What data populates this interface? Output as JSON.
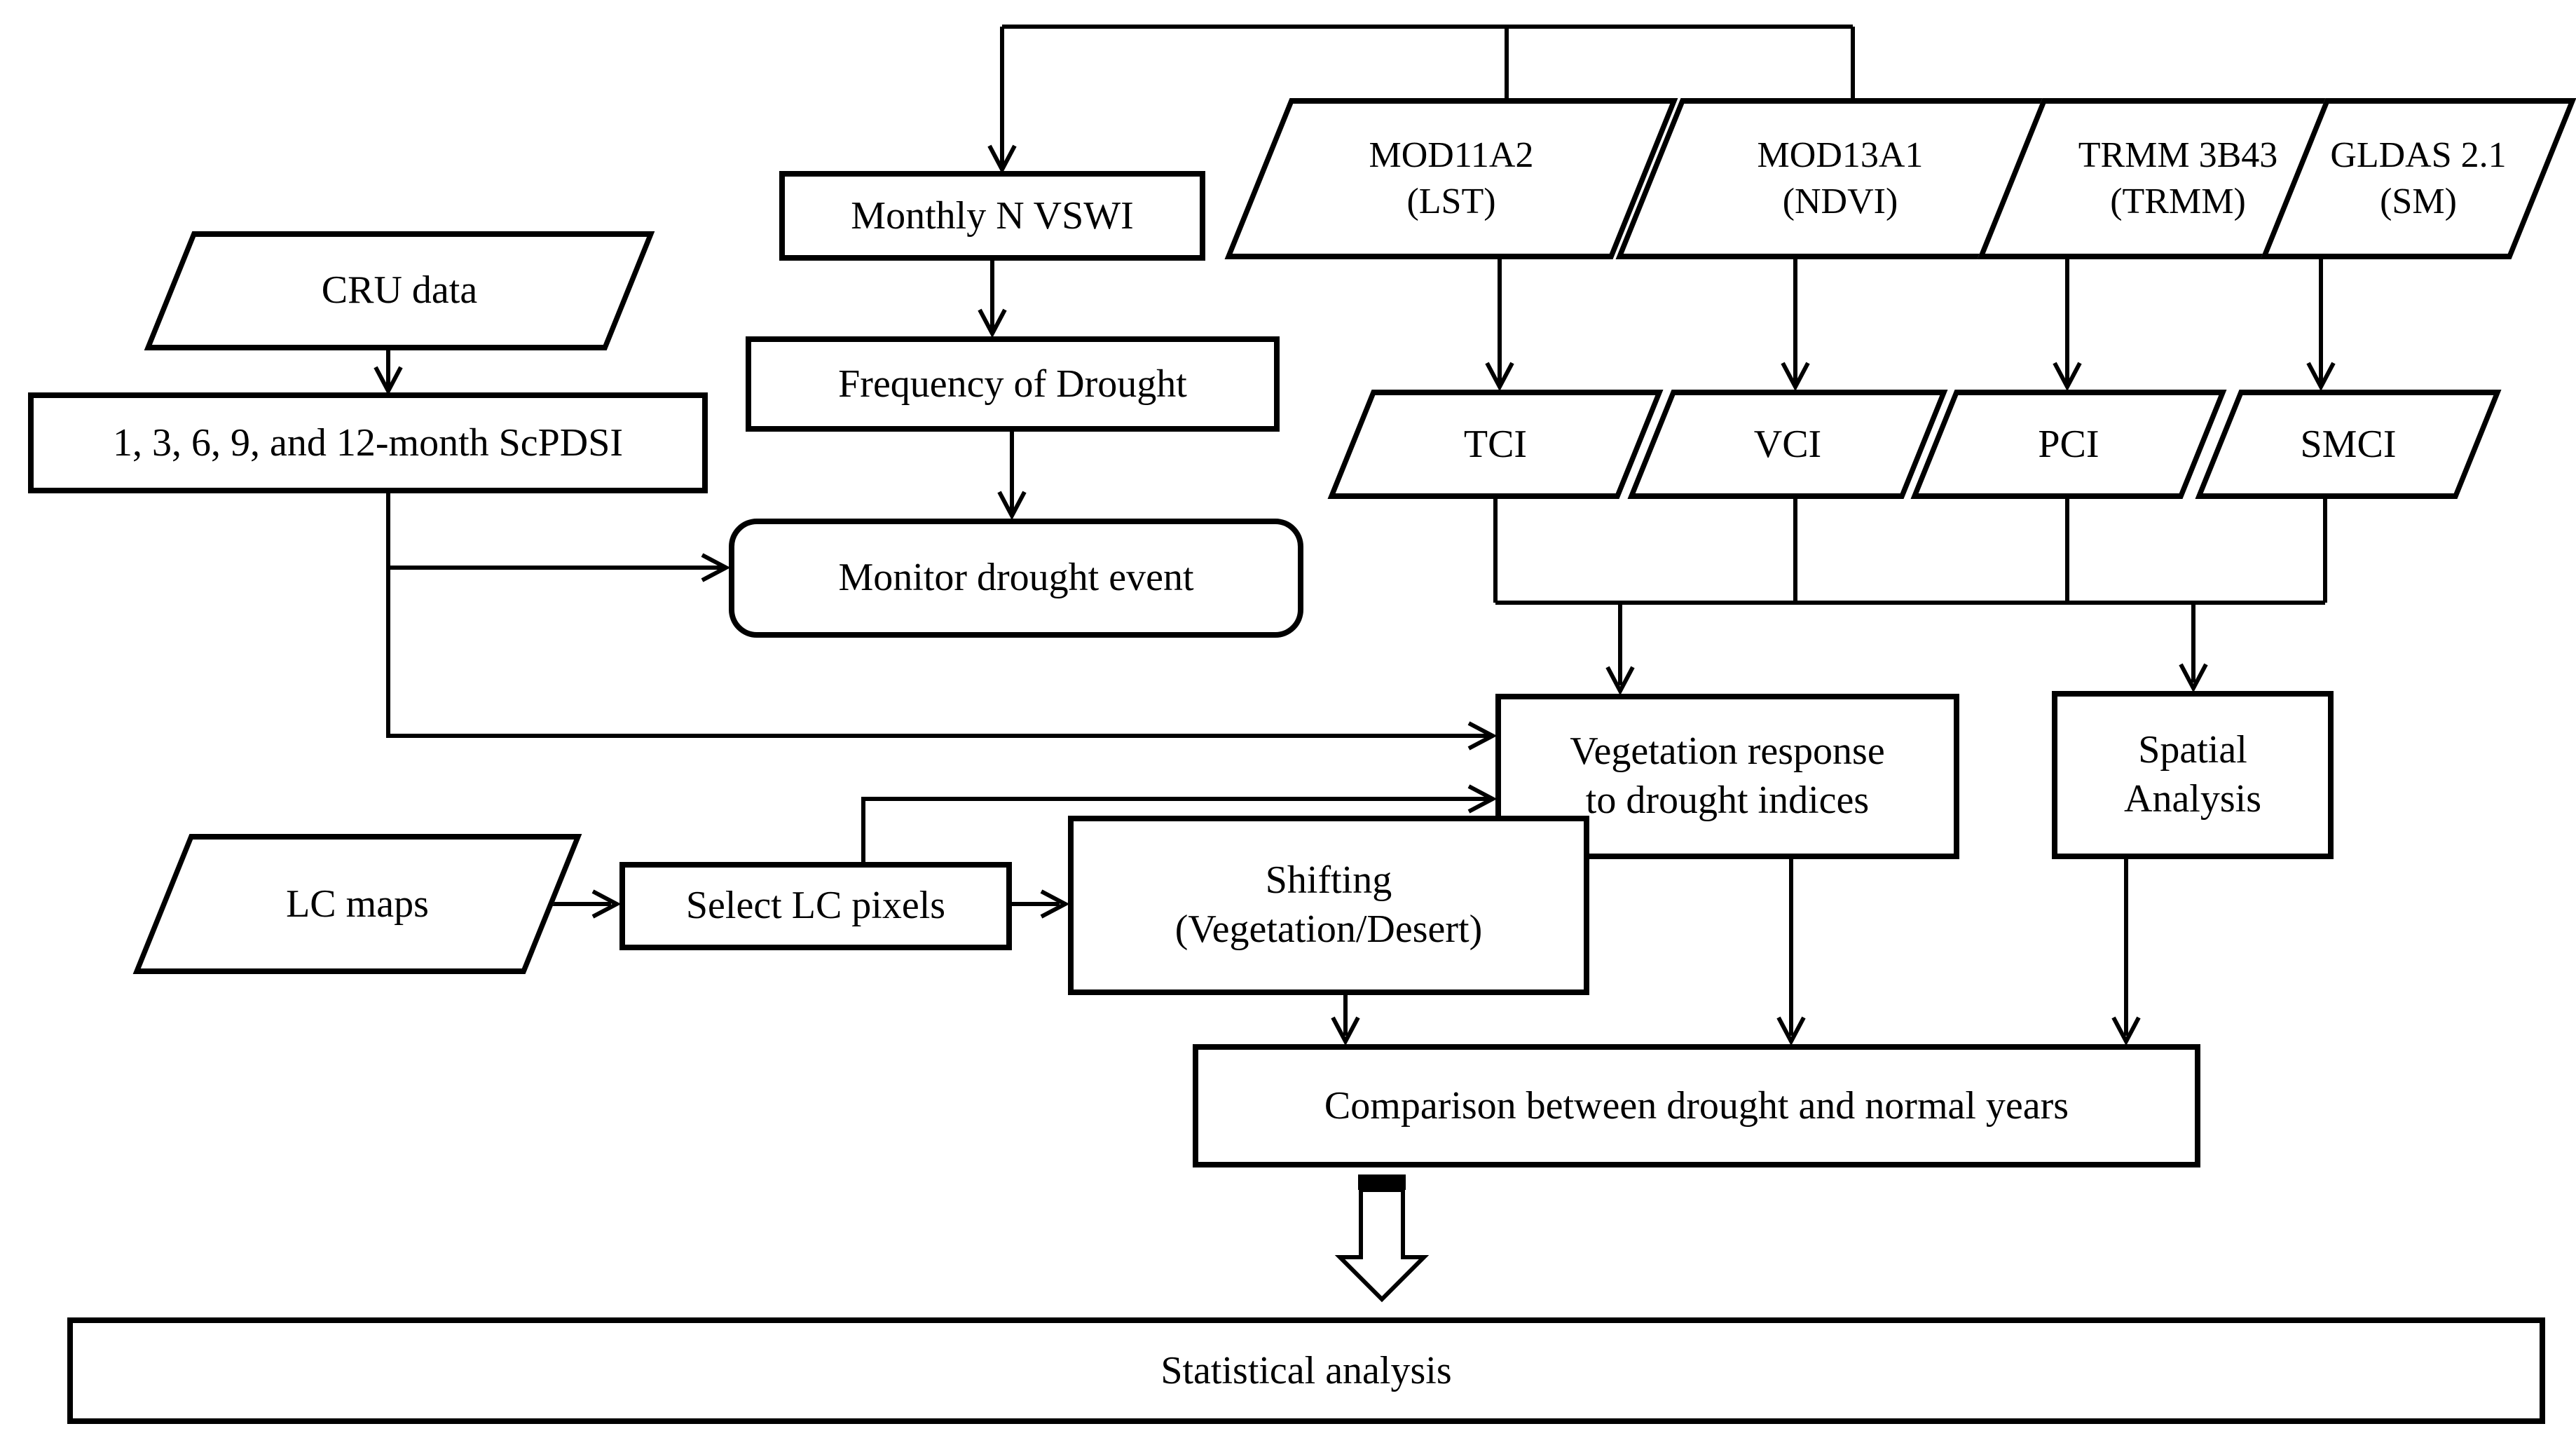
{
  "diagram": {
    "type": "flowchart",
    "colors": {
      "line": "#000000",
      "fill": "#ffffff",
      "background": "#ffffff"
    },
    "nodes": {
      "cru": {
        "label": "CRU data",
        "shape": "parallelogram"
      },
      "scpdsi": {
        "label": "1, 3, 6, 9, and 12-month ScPDSI",
        "shape": "rectangle"
      },
      "monthly": {
        "label": "Monthly N VSWI",
        "shape": "rectangle"
      },
      "frequency": {
        "label": "Frequency of Drought",
        "shape": "rectangle"
      },
      "monitor": {
        "label": "Monitor drought event",
        "shape": "rounded-rectangle"
      },
      "mod11a2": {
        "line1": "MOD11A2",
        "line2": "(LST)",
        "shape": "parallelogram"
      },
      "mod13a1": {
        "line1": "MOD13A1",
        "line2": "(NDVI)",
        "shape": "parallelogram"
      },
      "trmm": {
        "line1": "TRMM 3B43",
        "line2": "(TRMM)",
        "shape": "parallelogram"
      },
      "gldas": {
        "line1": "GLDAS 2.1",
        "line2": "(SM)",
        "shape": "parallelogram"
      },
      "tci": {
        "label": "TCI",
        "shape": "parallelogram"
      },
      "vci": {
        "label": "VCI",
        "shape": "parallelogram"
      },
      "pci": {
        "label": "PCI",
        "shape": "parallelogram"
      },
      "smci": {
        "label": "SMCI",
        "shape": "parallelogram"
      },
      "veg": {
        "line1": "Vegetation response",
        "line2": "to drought indices",
        "shape": "rectangle"
      },
      "spatial": {
        "line1": "Spatial",
        "line2": "Analysis",
        "shape": "rectangle"
      },
      "lcmaps": {
        "label": "LC maps",
        "shape": "parallelogram"
      },
      "select": {
        "label": "Select LC pixels",
        "shape": "rectangle"
      },
      "shifting": {
        "line1": "Shifting",
        "line2": "(Vegetation/Desert)",
        "shape": "rectangle"
      },
      "comparison": {
        "label": "Comparison between drought and normal years",
        "shape": "rectangle"
      },
      "statistical": {
        "label": "Statistical analysis",
        "shape": "rectangle"
      }
    }
  }
}
